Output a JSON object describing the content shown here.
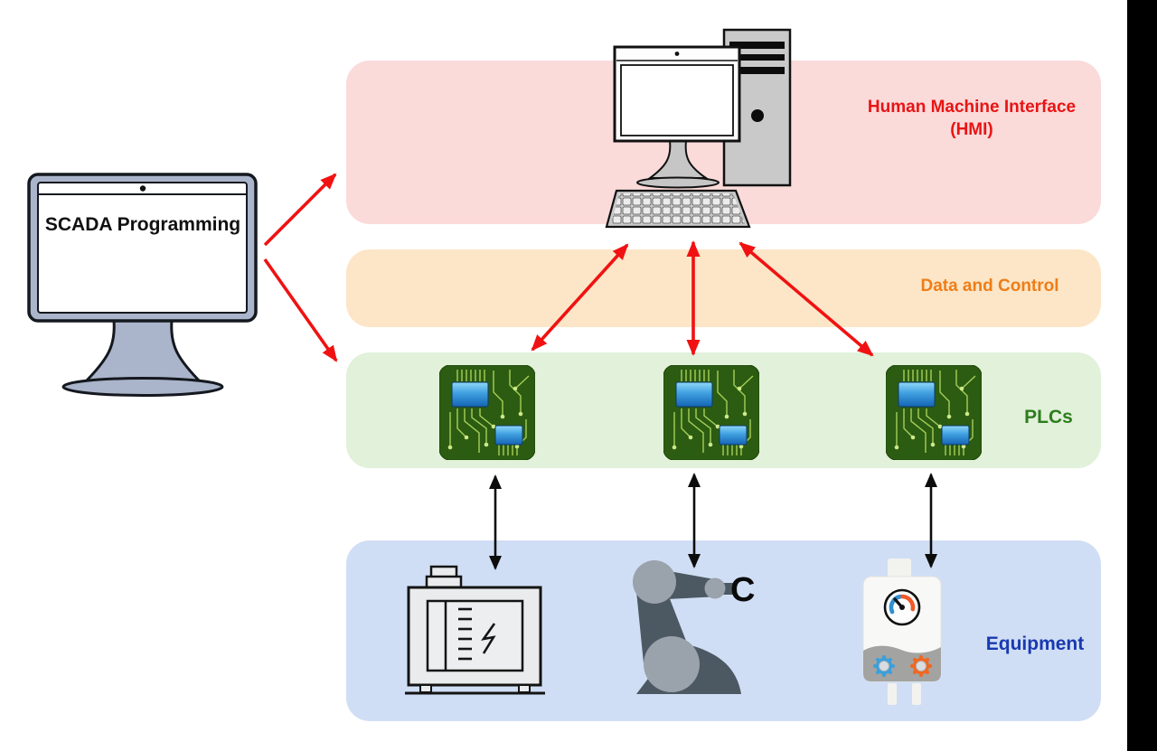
{
  "scada_station": {
    "label": "SCADA Programming",
    "icon": "desktop-monitor-icon"
  },
  "bands": {
    "hmi": {
      "label_line1": "Human Machine Interface",
      "label_line2": "(HMI)",
      "icon": "desktop-computer-icon"
    },
    "data_control": {
      "label": "Data and Control"
    },
    "plcs": {
      "label": "PLCs",
      "icons": [
        "circuit-board-icon",
        "circuit-board-icon",
        "circuit-board-icon"
      ]
    },
    "equipment": {
      "label": "Equipment",
      "icons": [
        "generator-icon",
        "robot-arm-icon",
        "boiler-icon"
      ],
      "robot_gripper_glyph": "C"
    }
  },
  "connections": [
    {
      "id": "scada-to-hmi",
      "style": "single-arrow",
      "color": "red"
    },
    {
      "id": "scada-to-plcs",
      "style": "single-arrow",
      "color": "red"
    },
    {
      "id": "hmi-to-plc-1",
      "style": "double-arrow",
      "color": "red"
    },
    {
      "id": "hmi-to-plc-2",
      "style": "double-arrow",
      "color": "red"
    },
    {
      "id": "hmi-to-plc-3",
      "style": "double-arrow",
      "color": "red"
    },
    {
      "id": "plc1-to-equipment-1",
      "style": "double-arrow",
      "color": "black"
    },
    {
      "id": "plc2-to-equipment-2",
      "style": "double-arrow",
      "color": "black"
    },
    {
      "id": "plc3-to-equipment-3",
      "style": "double-arrow",
      "color": "black"
    }
  ],
  "colors": {
    "band-hmi": "#fbdada",
    "band-data": "#fce6c7",
    "band-plcs": "#e1f1da",
    "band-equipment": "#d0def5",
    "text-hmi": "#e91414",
    "text-data": "#ee7d18",
    "text-plcs": "#2e7d1d",
    "text-equipment": "#1939b0",
    "arrow-red": "#f01212",
    "arrow-black": "#0c0c0c"
  }
}
